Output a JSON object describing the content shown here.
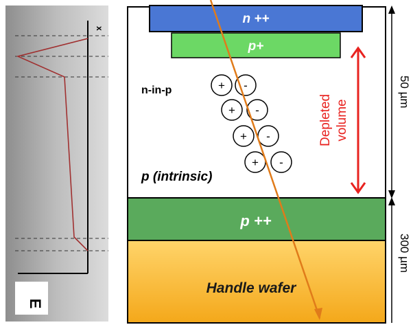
{
  "left_panel": {
    "axis_x_label": "x",
    "axis_e_label": "E"
  },
  "layers": {
    "n_plus_plus": "n ++",
    "p_plus": "p+",
    "p_plus_plus": "p ++",
    "handle": "Handle wafer",
    "n_in_p": "n-in-p",
    "intrinsic": "p (intrinsic)"
  },
  "depleted_label_line1": "Depleted",
  "depleted_label_line2": "volume",
  "dimension_top": "50 µm",
  "dimension_bottom": "300 µm",
  "pairs": [
    {
      "plus": "+",
      "minus": "-"
    },
    {
      "plus": "+",
      "minus": "-"
    },
    {
      "plus": "+",
      "minus": "-"
    },
    {
      "plus": "+",
      "minus": "-"
    }
  ],
  "colors": {
    "n_plus_plus": "#4a77d4",
    "p_plus": "#6cd865",
    "p_plus_plus": "#5aaa5c",
    "handle_top": "#ffd46a",
    "handle_bottom": "#f4a81a",
    "track": "#e07b1a",
    "depleted_arrow": "#e8221f",
    "field_line": "#a03030"
  }
}
